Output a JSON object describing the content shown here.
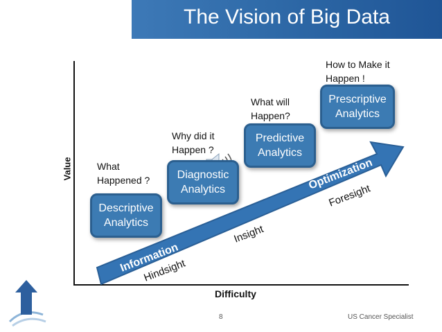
{
  "slide": {
    "title": "The Vision of Big Data",
    "page_number": "8",
    "footer_text": "US Cancer Specialist"
  },
  "axes": {
    "y_label": "Value",
    "x_label": "Difficulty"
  },
  "stages": [
    {
      "question": "What\nHappened ?",
      "label": "Descriptive\nAnalytics"
    },
    {
      "question": "Why did it\nHappen ?",
      "label": "Diagnostic\nAnalytics"
    },
    {
      "question": "What will\nHappen?",
      "label": "Predictive\nAnalytics"
    },
    {
      "question": "How to Make it\nHappen !",
      "label": "Prescriptive\nAnalytics"
    }
  ],
  "arrow": {
    "start_label": "Information",
    "end_label": "Optimization"
  },
  "sights": {
    "hindsight": "Hindsight",
    "insight": "Insight",
    "foresight": "Foresight"
  },
  "colors": {
    "title_bar": "#2f6aa8",
    "stage_fill": "#3c7bb3",
    "arrow_fill": "#3474b4"
  },
  "icons": {
    "logo": "house-arrow-logo",
    "speaker": "speaker-icon"
  }
}
